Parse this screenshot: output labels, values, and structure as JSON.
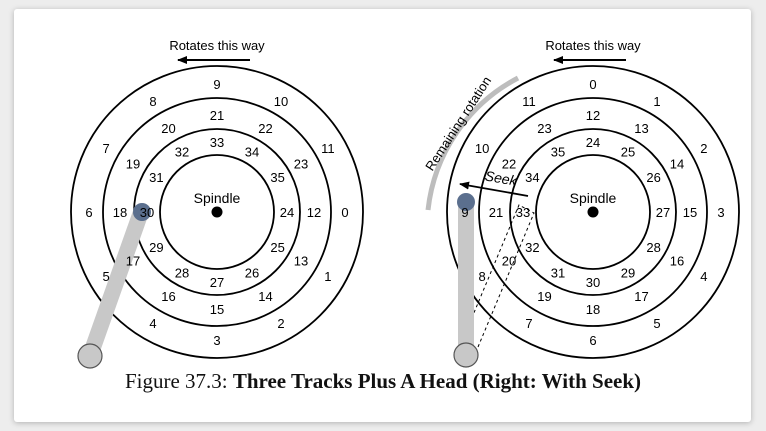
{
  "figure": {
    "caption_number": "Figure 37.3:",
    "caption_title": "Three Tracks Plus A Head (Right: With Seek)"
  },
  "left_disk": {
    "rotation_label": "Rotates this way",
    "spindle_label": "Spindle",
    "outer_track": [
      "0",
      "1",
      "2",
      "3",
      "4",
      "5",
      "6",
      "7",
      "8",
      "9",
      "10",
      "11"
    ],
    "middle_track": [
      "12",
      "13",
      "14",
      "15",
      "16",
      "17",
      "18",
      "19",
      "20",
      "21",
      "22",
      "23"
    ],
    "inner_track": [
      "24",
      "25",
      "26",
      "27",
      "28",
      "29",
      "30",
      "31",
      "32",
      "33",
      "34",
      "35"
    ]
  },
  "right_disk": {
    "rotation_label": "Rotates this way",
    "spindle_label": "Spindle",
    "remaining_rotation_label": "Remaining rotation",
    "seek_label": "Seek",
    "outer_track": [
      "0",
      "1",
      "2",
      "3",
      "4",
      "5",
      "6",
      "7",
      "8",
      "9",
      "10",
      "11"
    ],
    "middle_track": [
      "12",
      "13",
      "14",
      "15",
      "16",
      "17",
      "18",
      "19",
      "20",
      "21",
      "22",
      "23"
    ],
    "inner_track": [
      "24",
      "25",
      "26",
      "27",
      "28",
      "29",
      "30",
      "31",
      "32",
      "33",
      "34",
      "35"
    ]
  },
  "colors": {
    "head_dot": "#5b6f8e",
    "arm": "#c8c8c8"
  }
}
